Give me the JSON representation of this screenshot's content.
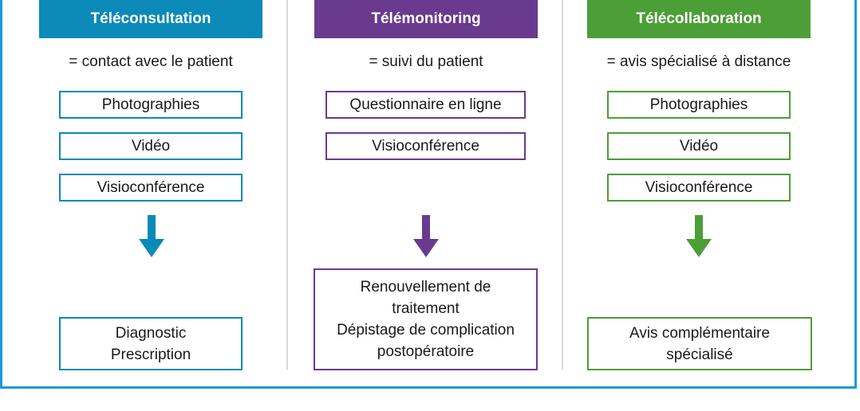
{
  "colors": {
    "teleconsultation": "#0b8ab8",
    "telemonitoring": "#6a3a8e",
    "telecollaboration": "#4c9e37",
    "frame": "#1a9ad6"
  },
  "columns": [
    {
      "title": "Téléconsultation",
      "subtitle": "= contact avec le patient",
      "items": [
        "Photographies",
        "Vidéo",
        "Visioconférence"
      ],
      "arrow_icon": "arrow-down-icon",
      "result": [
        "Diagnostic",
        "Prescription"
      ]
    },
    {
      "title": "Télémonitoring",
      "subtitle": "= suivi du patient",
      "items": [
        "Questionnaire en ligne",
        "Visioconférence"
      ],
      "arrow_icon": "arrow-down-icon",
      "result": [
        "Renouvellement de",
        "traitement",
        "Dépistage de complication",
        "postopératoire"
      ]
    },
    {
      "title": "Télécollaboration",
      "subtitle": "= avis spécialisé à distance",
      "items": [
        "Photographies",
        "Vidéo",
        "Visioconférence"
      ],
      "arrow_icon": "arrow-down-icon",
      "result": [
        "Avis complémentaire",
        "spécialisé"
      ]
    }
  ]
}
